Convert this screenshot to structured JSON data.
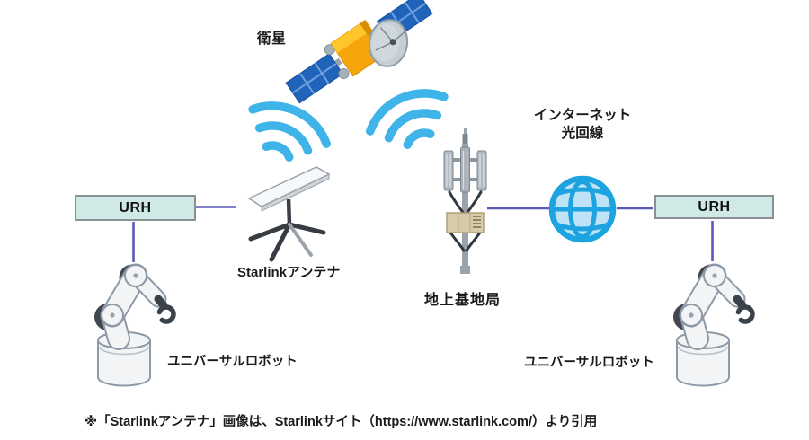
{
  "colors": {
    "wifi_blue": "#3fb4e9",
    "globe_blue": "#1ca3e0",
    "globe_fill": "#bfe3f6",
    "panel_blue": "#1f63ba",
    "body_orange": "#f6a60b",
    "dish_grey": "#c4ced4",
    "urh_fill": "#cfe9e7",
    "urh_border": "#8a9094",
    "line_purple": "#5a59b5",
    "robot_fill": "#f2f4f6",
    "robot_outline": "#8d99a6",
    "robot_dark": "#41474f",
    "claw_dark": "#3c424a",
    "tower_grey": "#9aa2ab",
    "tower_dark": "#33383d",
    "tower_box": "#d8cba9"
  },
  "diagram": {
    "nodes": {
      "satellite": {
        "label": "衛星",
        "icon": "satellite-icon"
      },
      "starlink_antenna": {
        "label": "Starlinkアンテナ",
        "icon": "starlink-dish-icon"
      },
      "ground_station": {
        "label": "地上基地局",
        "icon": "cell-tower-icon"
      },
      "internet": {
        "label_line1": "インターネット",
        "label_line2": "光回線",
        "icon": "globe-icon"
      },
      "urh_left": {
        "label": "URH"
      },
      "urh_right": {
        "label": "URH"
      },
      "robot_left": {
        "label": "ユニバーサルロボット",
        "icon": "robot-arm-icon"
      },
      "robot_right": {
        "label": "ユニバーサルロボット",
        "icon": "robot-arm-icon"
      },
      "wifi_links": {
        "icon": "wifi-signal-icon",
        "count": 2
      }
    },
    "footnote": "※「Starlinkアンテナ」画像は、Starlinkサイト（https://www.starlink.com/）より引用"
  }
}
